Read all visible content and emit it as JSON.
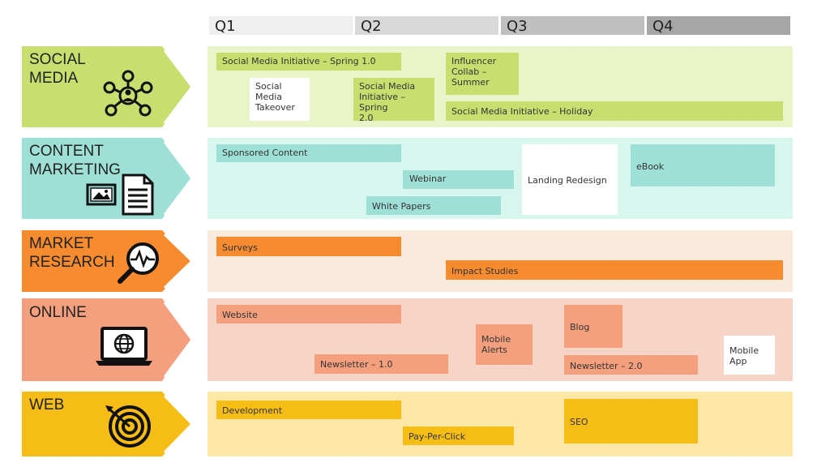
{
  "quarters": [
    "Q1",
    "Q2",
    "Q3",
    "Q4"
  ],
  "colors": {
    "social": "#c8df70",
    "social_band": "#e9f5c8",
    "social_task": "#c8df70",
    "content": "#9fe0d6",
    "content_band": "#d6f6ee",
    "content_task": "#9fe0d6",
    "research": "#f68b2f",
    "research_band": "#f9eadb",
    "research_task": "#f68b2f",
    "online": "#f4a07e",
    "online_band": "#f6d5c6",
    "online_task": "#f4a07e",
    "web": "#f7bd17",
    "web_band": "#fde8a8",
    "web_task": "#f7bd17"
  },
  "rows": [
    {
      "label": "SOCIAL\nMEDIA",
      "icon": "network-people-icon",
      "tasks": [
        {
          "text": "Social Media Initiative – Spring 1.0"
        },
        {
          "text": "Influencer\nCollab –\nSummer"
        },
        {
          "text": "Social\nMedia\nTakeover"
        },
        {
          "text": "Social Media\nInitiative – Spring\n2.0"
        },
        {
          "text": "Social Media Initiative – Holiday"
        }
      ]
    },
    {
      "label": "CONTENT\nMARKETING",
      "icon": "image-and-document-icon",
      "tasks": [
        {
          "text": "Sponsored Content"
        },
        {
          "text": "Webinar"
        },
        {
          "text": "Landing Redesign"
        },
        {
          "text": "eBook"
        },
        {
          "text": "White Papers"
        }
      ]
    },
    {
      "label": "MARKET\nRESEARCH",
      "icon": "magnifier-pulse-icon",
      "tasks": [
        {
          "text": "Surveys"
        },
        {
          "text": "Impact Studies"
        }
      ]
    },
    {
      "label": "ONLINE",
      "icon": "laptop-globe-icon",
      "tasks": [
        {
          "text": "Website"
        },
        {
          "text": "Blog"
        },
        {
          "text": "Mobile\nAlerts"
        },
        {
          "text": "Mobile\nApp"
        },
        {
          "text": "Newsletter – 1.0"
        },
        {
          "text": "Newsletter – 2.0"
        }
      ]
    },
    {
      "label": "WEB",
      "icon": "target-arrow-icon",
      "tasks": [
        {
          "text": "Development"
        },
        {
          "text": "SEO"
        },
        {
          "text": "Pay-Per-Click"
        }
      ]
    }
  ]
}
